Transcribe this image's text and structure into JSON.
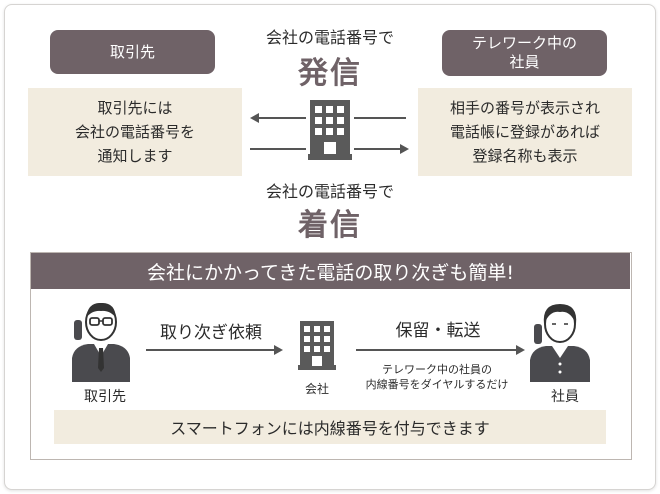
{
  "top": {
    "left_label": "取引先",
    "left_desc": "取引先には\n会社の電話番号を\n通知します",
    "right_label": "テレワーク中の\n社員",
    "right_desc": "相手の番号が表示され\n電話帳に登録があれば\n登録名称も表示",
    "outgoing_caption": "会社の電話番号で",
    "outgoing_big": "発信",
    "incoming_caption": "会社の電話番号で",
    "incoming_big": "着信"
  },
  "bottom": {
    "title": "会社にかかってきた電話の取り次ぎも簡単!",
    "step1": "取り次ぎ依頼",
    "step2": "保留・転送",
    "note": "テレワーク中の社員の\n内線番号をダイヤルするだけ",
    "client_label": "取引先",
    "company_label": "会社",
    "employee_label": "社員",
    "banner": "スマートフォンには内線番号を付与できます"
  },
  "colors": {
    "accent": "#6f6267",
    "beige": "#f2ecdf"
  },
  "icons": [
    "building-icon",
    "client-person-icon",
    "employee-person-icon"
  ]
}
